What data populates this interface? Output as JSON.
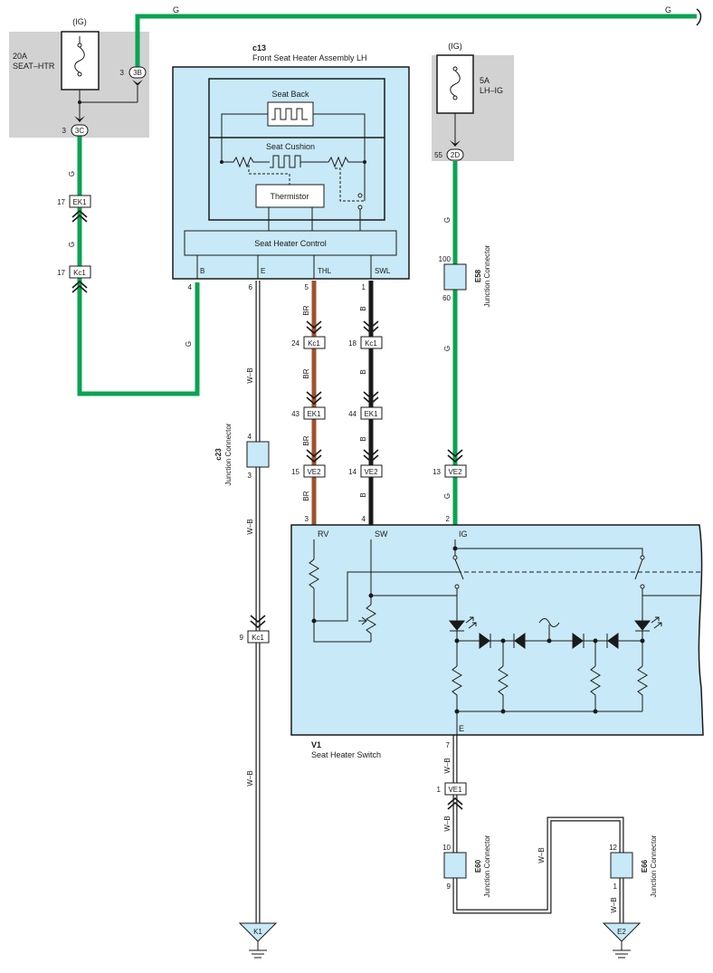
{
  "colors": {
    "green": "#0aa351",
    "brown": "#a0522d",
    "black": "#1a1a1a",
    "component_fill": "#c8e9f7",
    "fuse_box_fill": "#d2d2d2"
  },
  "fuses": {
    "seat_htr": {
      "header": "(IG)",
      "amp": "20A",
      "name": "SEAT–HTR"
    },
    "lh_ig": {
      "header": "(IG)",
      "amp": "5A",
      "name": "LH–IG"
    }
  },
  "wire_colors": {
    "g": "G",
    "br": "BR",
    "b": "B",
    "wb": "W–B"
  },
  "c13": {
    "code": "c13",
    "name": "Front Seat Heater Assembly LH",
    "seat_back": "Seat Back",
    "seat_cushion": "Seat Cushion",
    "thermistor": "Thermistor",
    "control": "Seat Heater Control",
    "terminals": {
      "b": "B",
      "e": "E",
      "thl": "THL",
      "swl": "SWL"
    }
  },
  "v1": {
    "code": "V1",
    "name": "Seat Heater Switch",
    "terminals": {
      "rv": "RV",
      "sw": "SW",
      "ig": "IG",
      "e": "E"
    }
  },
  "junction_label": "Junction Connector",
  "junctions": {
    "c23": "c23",
    "e58": "E58",
    "e60": "E60",
    "e66": "E66"
  },
  "connectors": {
    "3b": "3B",
    "3c": "3C",
    "2d": "2D",
    "ek1": "EK1",
    "kc1": "Kc1",
    "ve2": "VE2",
    "ve1": "VE1"
  },
  "grounds": {
    "k1": "K1",
    "e2": "E2"
  },
  "pins": {
    "p3": "3",
    "p4": "4",
    "p5": "5",
    "p6": "6",
    "p1": "1",
    "p2": "2",
    "p7": "7",
    "p9": "9",
    "p10": "10",
    "p12": "12",
    "p13": "13",
    "p14": "14",
    "p15": "15",
    "p17": "17",
    "p18": "18",
    "p24": "24",
    "p43": "43",
    "p44": "44",
    "p55": "55",
    "p60": "60",
    "p100": "100"
  }
}
